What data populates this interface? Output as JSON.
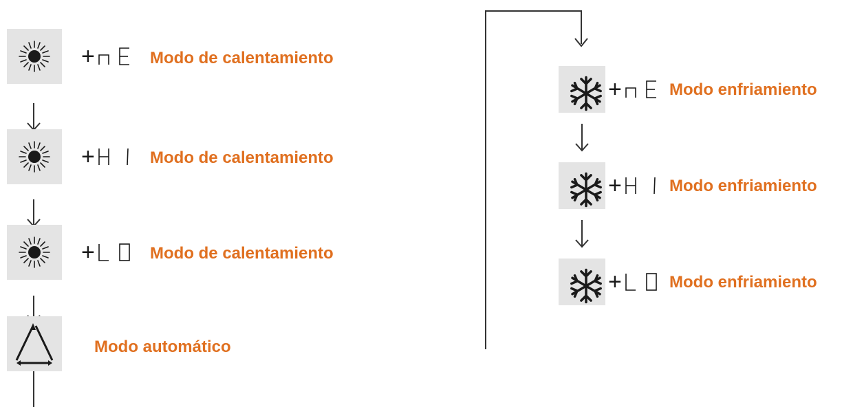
{
  "heating": {
    "items": [
      {
        "code": "nE",
        "label": "Modo de calentamiento"
      },
      {
        "code": "HI",
        "label": "Modo de calentamiento"
      },
      {
        "code": "LO",
        "label": "Modo de calentamiento"
      }
    ],
    "icon": "sun-icon"
  },
  "auto": {
    "label": "Modo automático",
    "icon": "triangle-cycle-icon"
  },
  "cooling": {
    "items": [
      {
        "code": "nE",
        "label": "Modo enfriamiento"
      },
      {
        "code": "HI",
        "label": "Modo enfriamiento"
      },
      {
        "code": "LO",
        "label": "Modo enfriamiento"
      }
    ],
    "icon": "snowflake-icon"
  },
  "colors": {
    "accent": "#e07020",
    "icon_bg": "#e4e4e4",
    "line": "#333333"
  }
}
